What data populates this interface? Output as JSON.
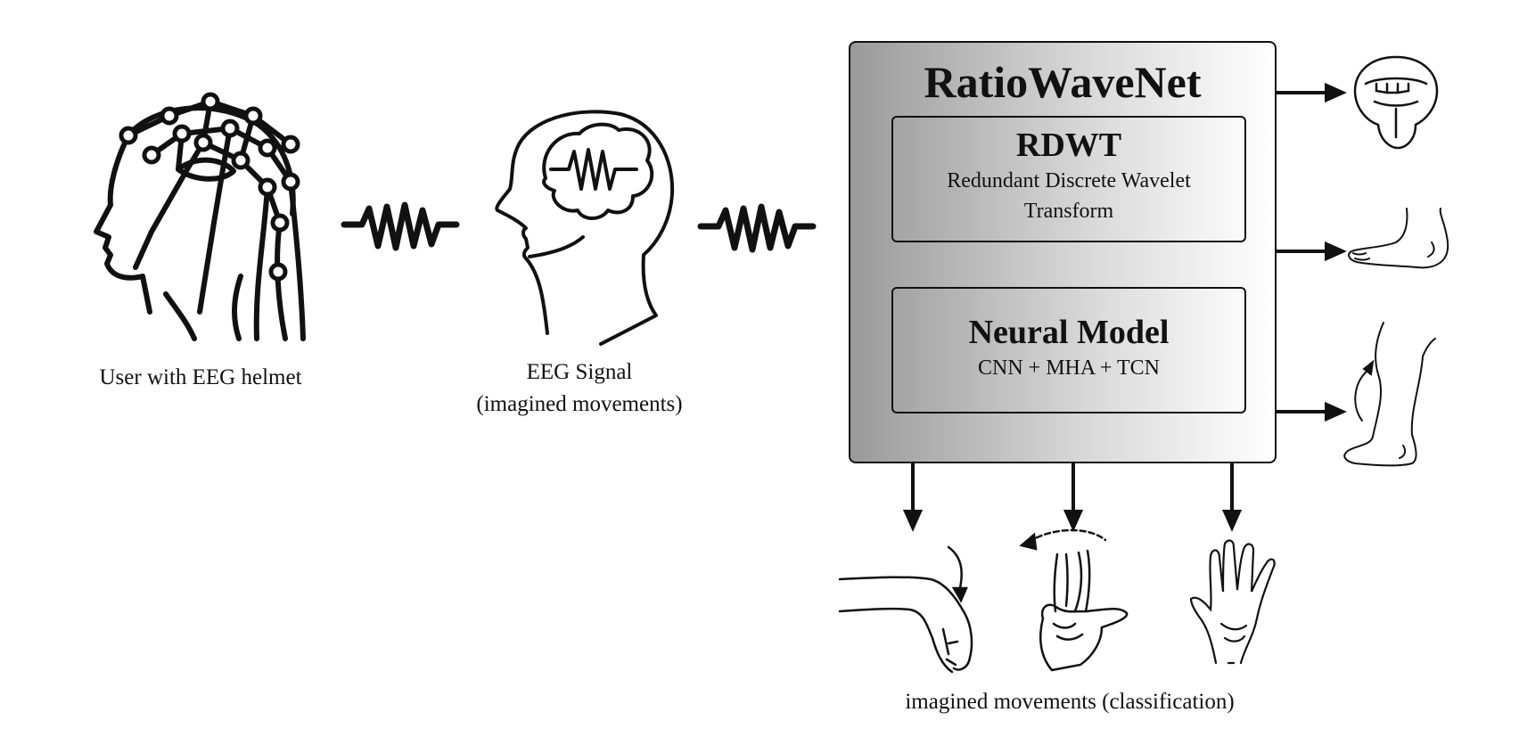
{
  "user": {
    "caption": "User with EEG helmet",
    "icon": "eeg-helmet-head-icon"
  },
  "signal": {
    "caption_line1": "EEG Signal",
    "caption_line2": "(imagined movements)",
    "icon": "brain-wave-head-icon"
  },
  "model": {
    "title": "RatioWaveNet",
    "rdwt": {
      "title": "RDWT",
      "line1": "Redundant Discrete Wavelet",
      "line2": "Transform"
    },
    "neural": {
      "title": "Neural Model",
      "subtitle": "CNN + MHA + TCN"
    }
  },
  "outputs": {
    "caption": "imagined movements (classification)",
    "right": [
      "tongue-icon",
      "foot-icon",
      "leg-icon"
    ],
    "bottom": [
      "wrist-flexion-icon",
      "hand-rotation-icon",
      "open-hand-icon"
    ]
  }
}
